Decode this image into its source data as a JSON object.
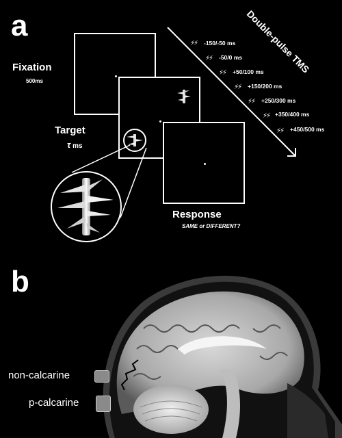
{
  "panel_a": {
    "letter": "a",
    "fixation": {
      "label": "Fixation",
      "duration": "500ms"
    },
    "target": {
      "label": "Target",
      "duration_symbol": "τ",
      "duration_unit": "ms"
    },
    "response": {
      "label": "Response",
      "question": "SAME or DIFFERENT?"
    },
    "tms": {
      "title": "Double-pulse TMS",
      "timings": [
        "-150/-50 ms",
        "-50/0 ms",
        "+50/100 ms",
        "+150/200 ms",
        "+250/300 ms",
        "+350/400 ms",
        "+450/500 ms"
      ]
    }
  },
  "panel_b": {
    "letter": "b",
    "labels": [
      "non-calcarine",
      "p-calcarine"
    ]
  },
  "colors": {
    "background": "#000000",
    "foreground": "#ffffff",
    "electrode": "#8a8a8a"
  }
}
